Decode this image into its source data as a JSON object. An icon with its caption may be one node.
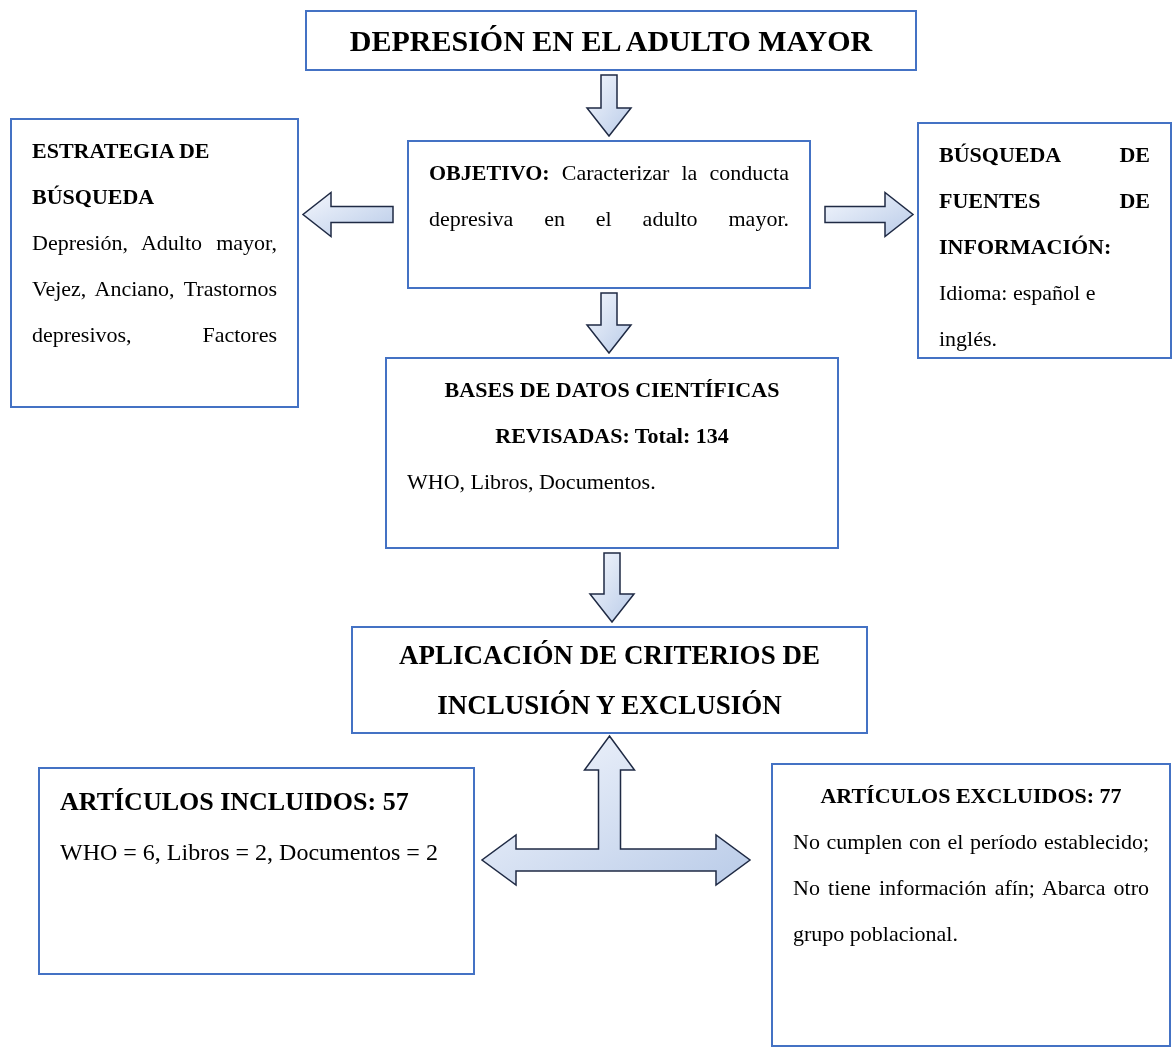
{
  "diagram": {
    "nodes": [
      {
        "text": [
          "DEPRESIÓN EN EL ADULTO MAYOR"
        ]
      },
      {
        "text": [
          "**OBJETIVO:** Caracterizar la conducta depresiva en el adulto mayor."
        ]
      },
      {
        "text": [
          "ESTRATEGIA DE BÚSQUEDA",
          "Depresión, Adulto mayor, Vejez, Anciano, Trastornos depresivos, Factores"
        ]
      },
      {
        "text": [
          "BÚSQUEDA DE FUENTES DE INFORMACIÓN:",
          "Idioma: español e inglés."
        ]
      },
      {
        "text": [
          "BASES DE DATOS CIENTÍFICAS REVISADAS: Total: 134",
          "WHO, Libros, Documentos."
        ]
      },
      {
        "text": [
          "APLICACIÓN DE CRITERIOS DE INCLUSIÓN Y EXCLUSIÓN"
        ]
      },
      {
        "text": [
          "ARTÍCULOS INCLUIDOS: 57",
          "WHO = 6, Libros = 2, Documentos = 2"
        ]
      },
      {
        "text": [
          "ARTÍCULOS EXCLUIDOS: 77",
          "No cumplen con el período establecido; No tiene información afín; Abarca otro grupo poblacional."
        ]
      }
    ],
    "edges": [
      {
        "from": 0,
        "to": 1,
        "arrow": "to"
      },
      {
        "from": 1,
        "to": 2,
        "arrow": "to"
      },
      {
        "from": 1,
        "to": 3,
        "arrow": "to"
      },
      {
        "from": 1,
        "to": 4,
        "arrow": "to"
      },
      {
        "from": 4,
        "to": 5,
        "arrow": "to"
      },
      {
        "from": 6,
        "to": 5,
        "arrow": "both"
      },
      {
        "from": 7,
        "to": 5,
        "arrow": "both"
      }
    ]
  }
}
